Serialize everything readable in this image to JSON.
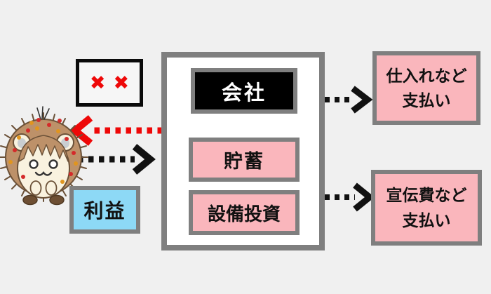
{
  "diagram": {
    "background": "#f0f0f0",
    "accent_pink": "#fab6bc",
    "accent_blue": "#8dd9f6",
    "border_gray": "#7f7f7f",
    "arrow_red": "#ee0808",
    "arrow_black": "#111111"
  },
  "boxes": {
    "no_tax": {
      "label": "✖✖"
    },
    "company": {
      "label": "会社"
    },
    "savings": {
      "label": "貯蓄"
    },
    "investment": {
      "label": "設備投資"
    },
    "profit": {
      "label": "利益"
    },
    "purchase_payment": {
      "line1": "仕入れなど",
      "line2": "支払い"
    },
    "advertising_payment": {
      "line1": "宣伝費など",
      "line2": "支払い"
    }
  },
  "icons": {
    "hedgehog": "hedgehog-character",
    "red_arrow": "red-dotted-arrow-pointing-left",
    "profit_arrow": "black-dotted-arrow-pointing-right",
    "purchase_arrow": "black-dotted-arrow-to-purchase-box",
    "advertising_arrow": "black-dotted-arrow-to-advertising-box"
  }
}
